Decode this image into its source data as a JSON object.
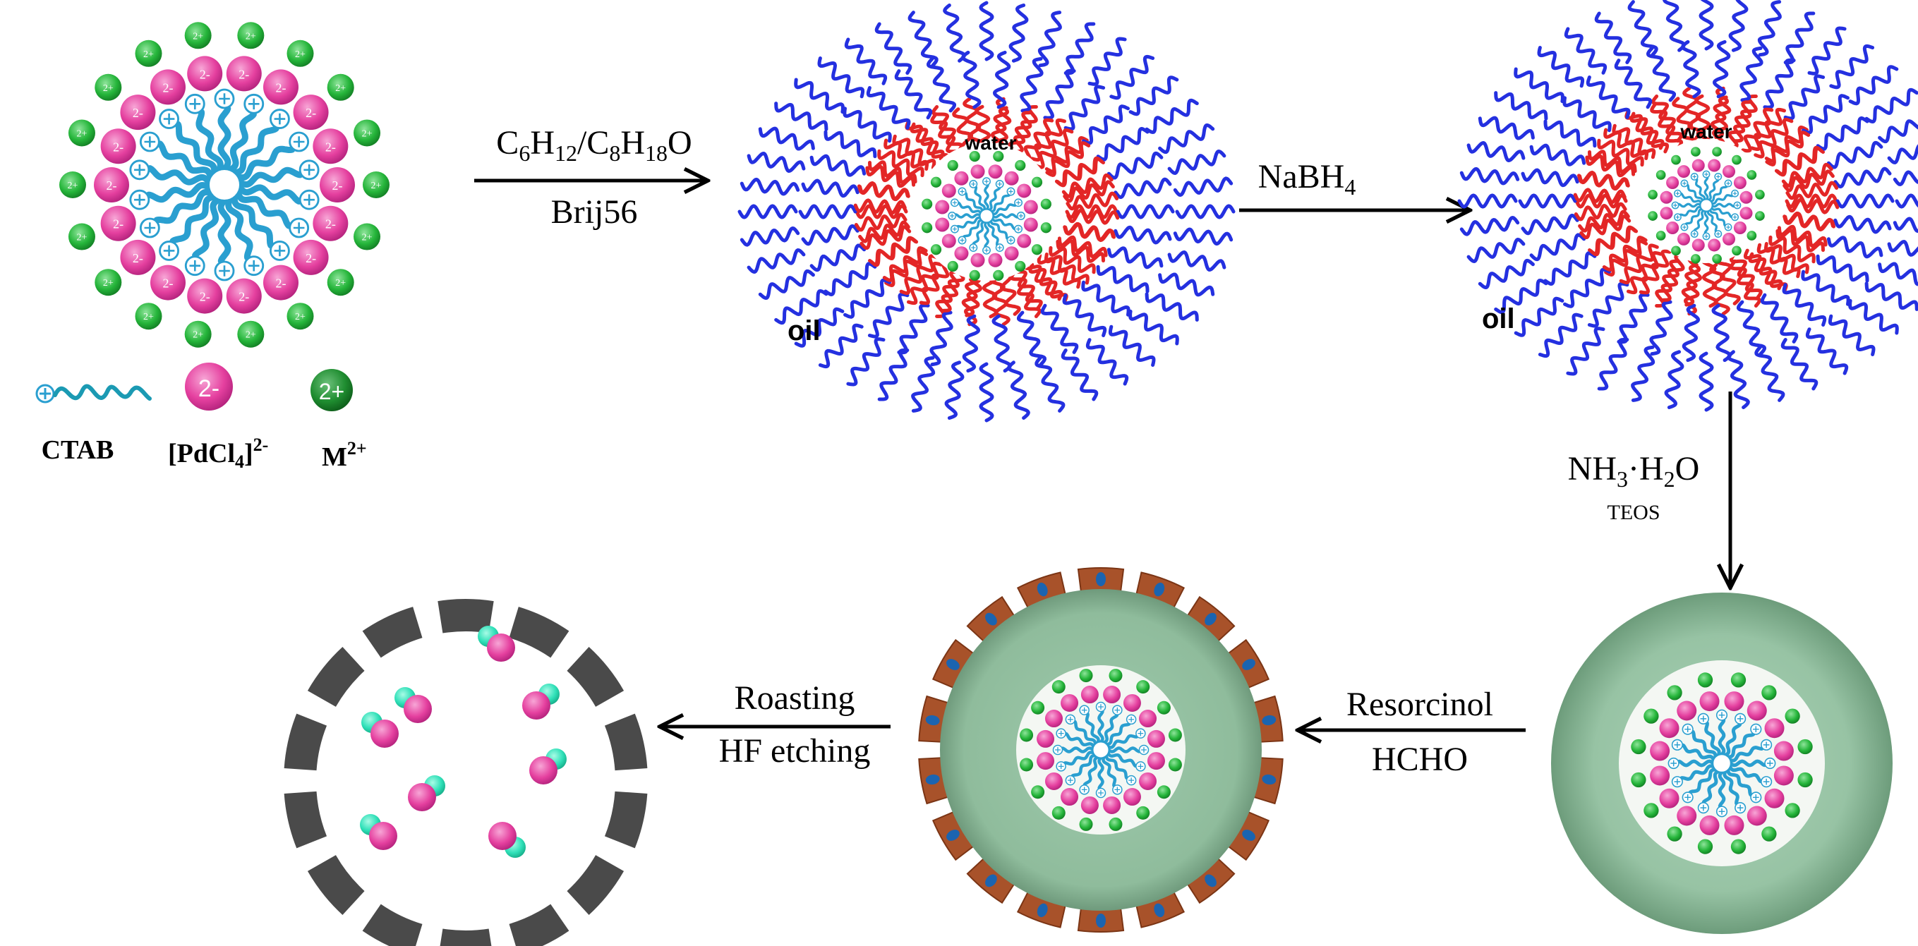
{
  "micelle": {
    "anion_charge": "2-",
    "cation_charge": "2+"
  },
  "legend": {
    "ctab_label": "CTAB",
    "pdcl4_label_main": "[PdCl",
    "pdcl4_label_sub": "4",
    "pdcl4_label_end": "]",
    "pdcl4_label_sup": "2-",
    "metal_label_main": "M",
    "metal_label_sup": "2+",
    "anion_charge": "2-",
    "cation_charge": "2+"
  },
  "steps": {
    "step1_top": {
      "c": "C",
      "s1": "6",
      "h": "H",
      "s2": "12",
      "sl": "/C",
      "s3": "8",
      "h2": "H",
      "s4": "18",
      "o": "O"
    },
    "step1_bottom": "Brij56",
    "step2_main": "NaBH",
    "step2_sub": "4",
    "step3_top": {
      "nh": "NH",
      "s1": "3",
      "dot": "·H",
      "s2": "2",
      "o": "O"
    },
    "step3_bottom": "TEOS",
    "step4_top": "Resorcinol",
    "step4_bottom": "HCHO",
    "step5_top": "Roasting",
    "step5_bottom": "HF etching"
  },
  "emulsion1": {
    "water_label": "water",
    "oil_label": "oil"
  },
  "emulsion2": {
    "water_label": "water",
    "oil_label": "oil"
  },
  "colors": {
    "surfactant": "#2a9fd0",
    "anion": "#e5409f",
    "cation": "#25b53a",
    "oil_tail": "#2430e0",
    "interface_tail": "#e32626",
    "silica": "#97c3a4",
    "carbon": "#a8522a",
    "shell_dark": "#4a4a4a",
    "teal_particle": "#2fe0b8"
  }
}
